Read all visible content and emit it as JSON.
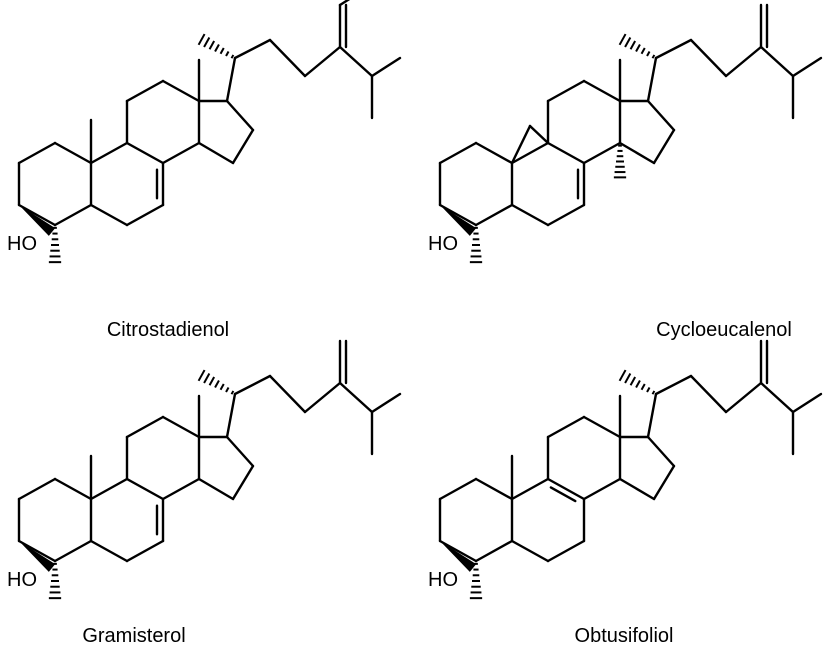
{
  "compounds": [
    {
      "name": "Citrostadienol",
      "hydroxyl_label": "HO"
    },
    {
      "name": "Cycloeucalenol",
      "hydroxyl_label": "HO"
    },
    {
      "name": "Gramisterol",
      "hydroxyl_label": "HO"
    },
    {
      "name": "Obtusifoliol",
      "hydroxyl_label": "HO"
    }
  ]
}
